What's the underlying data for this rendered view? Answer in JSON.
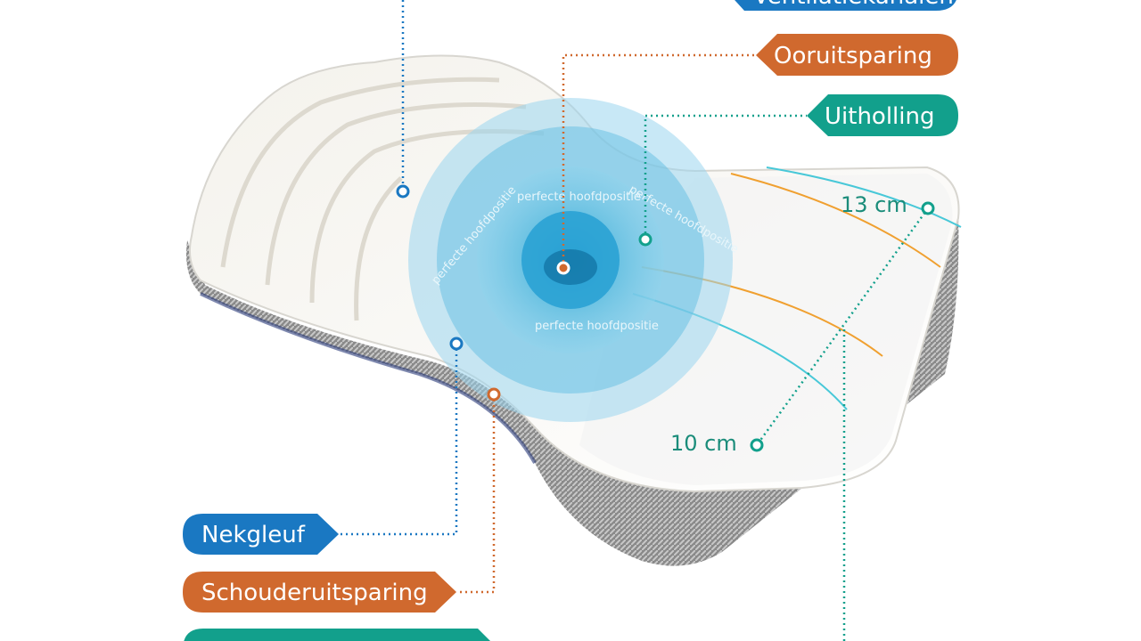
{
  "labels": {
    "ventilation": "Ventilatiekanalen",
    "ear_recess": "Ooruitsparing",
    "hollow": "Uitholling",
    "neck_groove": "Nekgleuf",
    "shoulder_recess": "Schouderuitsparing"
  },
  "measurements": {
    "back_height": "13 cm",
    "front_height": "10 cm"
  },
  "head_zone_text": "perfecte hoofdpositie",
  "colors": {
    "blue": "#1a78c2",
    "orange": "#d0692e",
    "teal": "#12a08c"
  }
}
